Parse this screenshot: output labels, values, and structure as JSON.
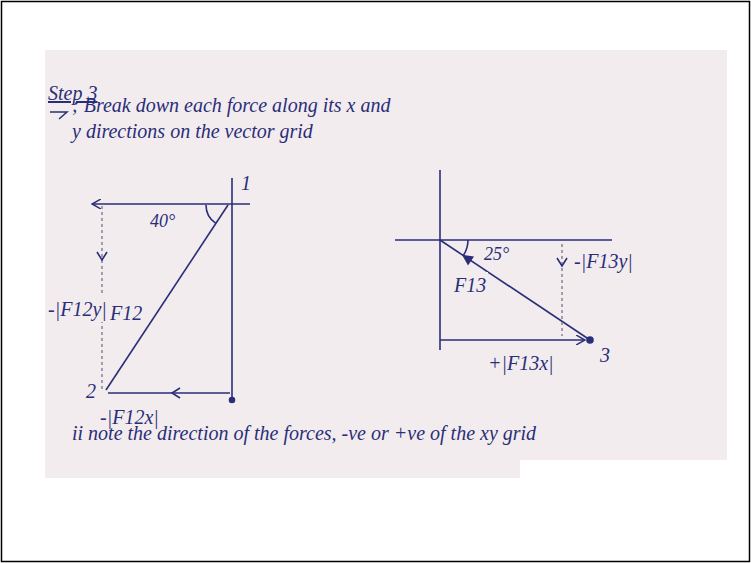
{
  "diagram": {
    "title": "Step 3",
    "labels": [
      "; Break down each force along its x and y directions on the vector grid",
      "40°",
      "1",
      "-|F12y|",
      "F12",
      "2",
      "-|F12x|",
      "25°",
      "F13",
      "-|F13y|",
      "+|F13x|",
      "3",
      "ii note the direction of the forces, -ve or +ve of the xy grid"
    ]
  }
}
